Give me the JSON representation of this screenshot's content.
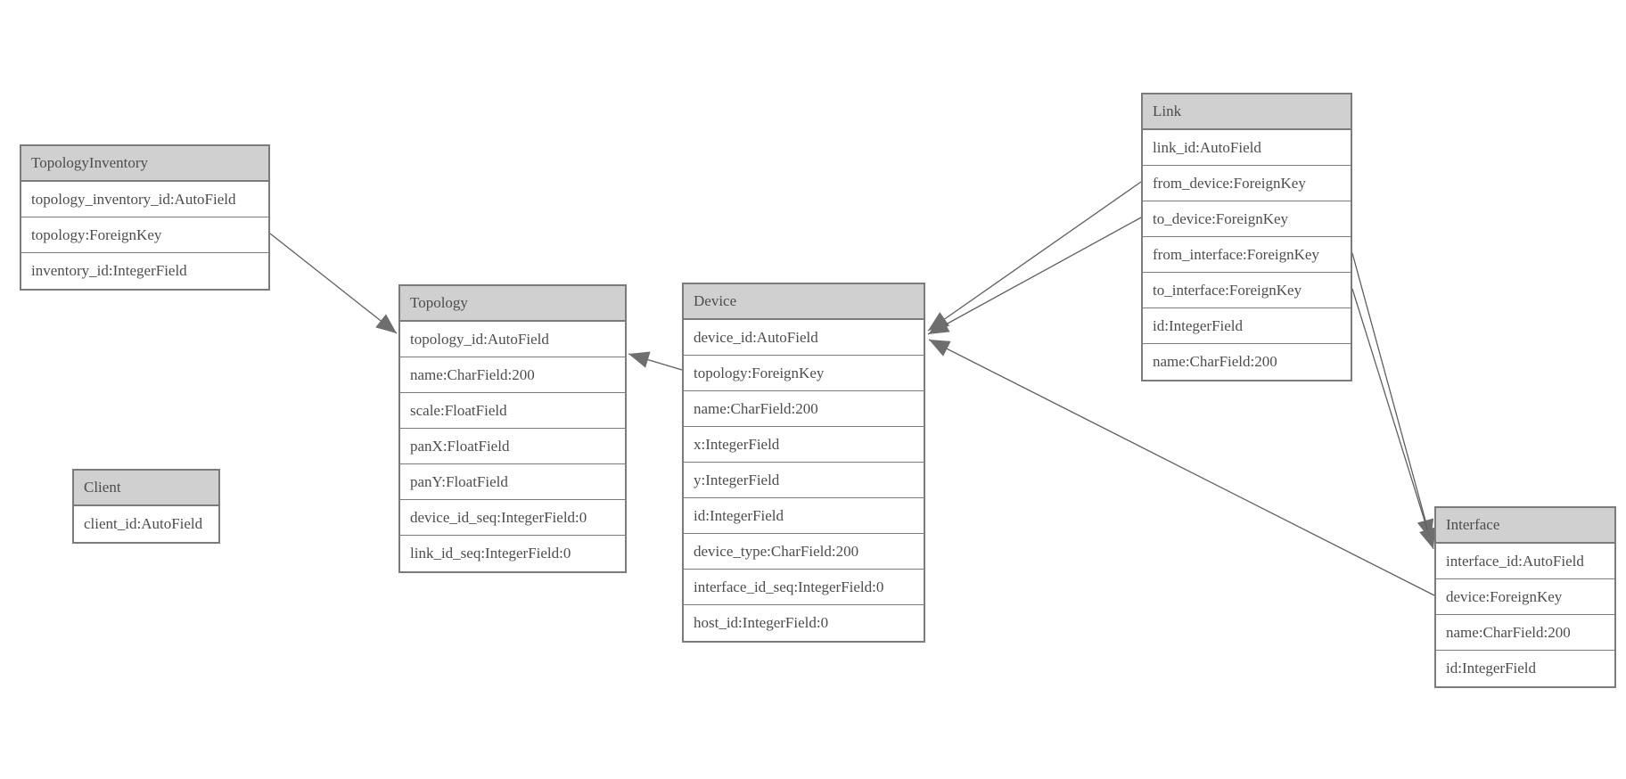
{
  "diagram": {
    "type": "entity-relationship-model-diagram",
    "colors": {
      "background": "#ffffff",
      "header_fill": "#d0d0d0",
      "border": "#7b7b7b",
      "text": "#4d4d4d",
      "connector_line": "#5f5f5f",
      "arrowhead_fill": "#6e6e6e"
    },
    "entities": [
      {
        "name": "TopologyInventory",
        "fields": [
          "topology_inventory_id:AutoField",
          "topology:ForeignKey",
          "inventory_id:IntegerField"
        ]
      },
      {
        "name": "Topology",
        "fields": [
          "topology_id:AutoField",
          "name:CharField:200",
          "scale:FloatField",
          "panX:FloatField",
          "panY:FloatField",
          "device_id_seq:IntegerField:0",
          "link_id_seq:IntegerField:0"
        ]
      },
      {
        "name": "Client",
        "fields": [
          "client_id:AutoField"
        ]
      },
      {
        "name": "Device",
        "fields": [
          "device_id:AutoField",
          "topology:ForeignKey",
          "name:CharField:200",
          "x:IntegerField",
          "y:IntegerField",
          "id:IntegerField",
          "device_type:CharField:200",
          "interface_id_seq:IntegerField:0",
          "host_id:IntegerField:0"
        ]
      },
      {
        "name": "Link",
        "fields": [
          "link_id:AutoField",
          "from_device:ForeignKey",
          "to_device:ForeignKey",
          "from_interface:ForeignKey",
          "to_interface:ForeignKey",
          "id:IntegerField",
          "name:CharField:200"
        ]
      },
      {
        "name": "Interface",
        "fields": [
          "interface_id:AutoField",
          "device:ForeignKey",
          "name:CharField:200",
          "id:IntegerField"
        ]
      }
    ],
    "relations": [
      {
        "from": "TopologyInventory.topology",
        "to": "Topology.topology_id"
      },
      {
        "from": "Device.topology",
        "to": "Topology"
      },
      {
        "from": "Link.from_device",
        "to": "Device.device_id"
      },
      {
        "from": "Link.to_device",
        "to": "Device.device_id"
      },
      {
        "from": "Link.from_interface",
        "to": "Interface.interface_id"
      },
      {
        "from": "Link.to_interface",
        "to": "Interface.interface_id"
      },
      {
        "from": "Interface.device",
        "to": "Device.device_id"
      }
    ]
  }
}
